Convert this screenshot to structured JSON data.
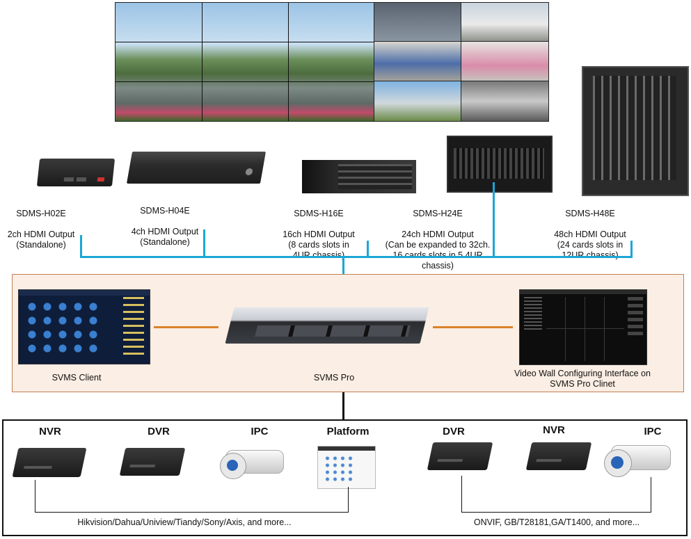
{
  "colors": {
    "bus_blue": "#1aa7d6",
    "link_orange": "#d9832a",
    "panel_fill": "#fbeee4",
    "panel_border": "#c47e52",
    "bottom_border": "#111111"
  },
  "video_wall": {
    "icon": "video-wall-image"
  },
  "decoders": [
    {
      "model": "SDMS-H02E",
      "desc": "2ch HDMI Output\n(Standalone)"
    },
    {
      "model": "SDMS-H04E",
      "desc": "4ch HDMI Output\n(Standalone)"
    },
    {
      "model": "SDMS-H16E",
      "desc": "16ch HDMI Output\n(8 cards slots in\n4UR chassis)"
    },
    {
      "model": "SDMS-H24E",
      "desc": "24ch HDMI Output\n(Can be expanded to 32ch.\n16 cards slots in 5.4UR\nchassis)"
    },
    {
      "model": "SDMS-H48E",
      "desc": "48ch HDMI Output\n(24 cards slots in\n12UR chassis)"
    }
  ],
  "middle": {
    "client_label": "SVMS Client",
    "server_label": "SVMS Pro",
    "config_label": "Video Wall Configuring Interface on\nSVMS Pro Clinet"
  },
  "sources": {
    "left_group": [
      "NVR",
      "DVR",
      "IPC",
      "Platform"
    ],
    "right_group": [
      "DVR",
      "NVR",
      "IPC"
    ],
    "left_caption": "Hikvision/Dahua/Uniview/Tiandy/Sony/Axis, and more...",
    "right_caption": "ONVIF, GB/T28181,GA/T1400, and more..."
  }
}
